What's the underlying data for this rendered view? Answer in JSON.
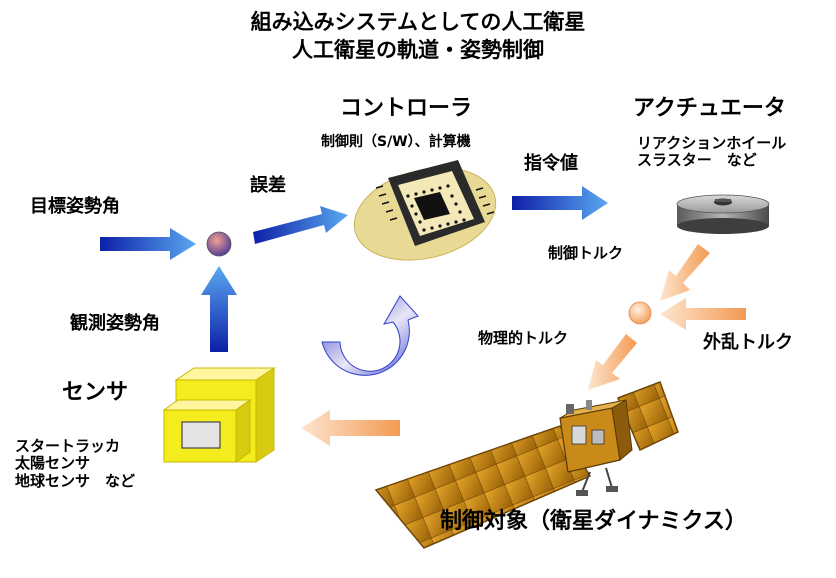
{
  "title": {
    "line1": "組み込みシステムとしての人工衛星",
    "line2": "人工衛星の軌道・姿勢制御"
  },
  "controller": {
    "heading": "コントローラ",
    "sub": "制御則（S/W）、計算機"
  },
  "actuator": {
    "heading": "アクチュエータ",
    "sub": "リアクションホイール\nスラスター　など"
  },
  "sensor": {
    "heading": "センサ",
    "sub": "スタートラッカ\n太陽センサ\n地球センサ　など"
  },
  "labels": {
    "target_attitude": "目標姿勢角",
    "error": "誤差",
    "command_value": "指令値",
    "control_torque": "制御トルク",
    "physical_torque": "物理的トルク",
    "disturbance_torque": "外乱トルク",
    "observed_attitude": "観測姿勢角"
  },
  "plant": {
    "label": "制御対象（衛星ダイナミクス）"
  },
  "colors": {
    "signal_arrow": "#1f3fd0",
    "torque_arrow": "#f5a563",
    "summing_node": "#d85a4a",
    "chip_glow": "#e6d89a",
    "sensor_box": "#f2ea1a",
    "solar_panel": "#c58a14"
  }
}
